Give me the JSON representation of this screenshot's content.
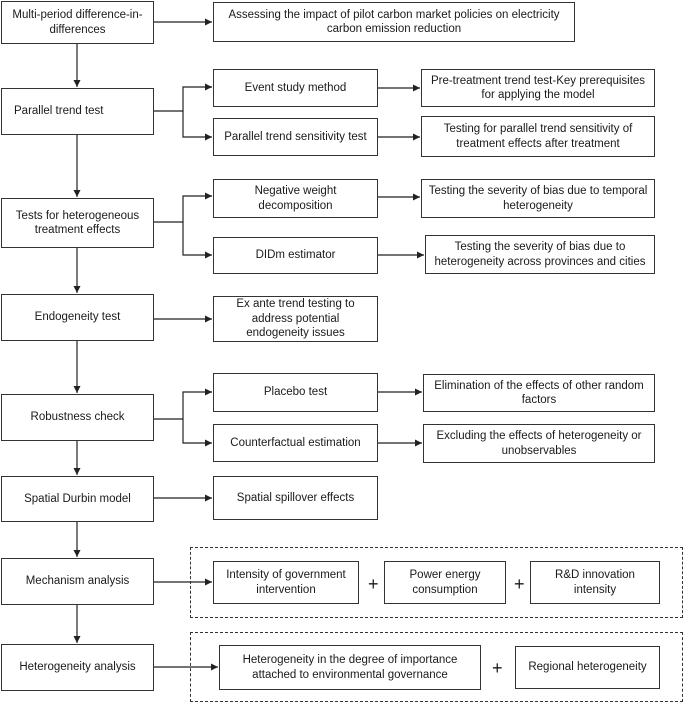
{
  "nodes": {
    "multi_period_did": "Multi-period difference-in-differences",
    "assess_impact": "Assessing the impact of pilot carbon market policies on electricity carbon emission reduction",
    "parallel_trend": "Parallel trend test",
    "event_study": "Event study method",
    "pretreatment": "Pre-treatment trend test-Key prerequisites for applying the model",
    "pt_sensitivity": "Parallel trend sensitivity test",
    "pt_sensitivity_desc": "Testing for parallel trend sensitivity of treatment effects after treatment",
    "hetero_effects": "Tests for heterogeneous treatment effects",
    "neg_weight": "Negative weight decomposition",
    "neg_weight_desc": "Testing the severity of bias due to temporal heterogeneity",
    "didm": "DIDm estimator",
    "didm_desc": "Testing the severity of bias due to heterogeneity across provinces and cities",
    "endogeneity": "Endogeneity test",
    "endogeneity_desc": "Ex ante trend testing to address potential endogeneity issues",
    "robustness": "Robustness check",
    "placebo": "Placebo test",
    "placebo_desc": "Elimination of the effects of other random factors",
    "counterfactual": "Counterfactual estimation",
    "counterfactual_desc": "Excluding the effects of heterogeneity or unobservables",
    "spatial_durbin": "Spatial Durbin model",
    "spillover": "Spatial spillover effects",
    "mechanism": "Mechanism analysis",
    "gov_intervention": "Intensity of government intervention",
    "power_energy": "Power energy consumption",
    "rd_innovation": "R&D innovation intensity",
    "heterogeneity": "Heterogeneity analysis",
    "env_governance": "Heterogeneity in the degree of importance attached to environmental governance",
    "regional": "Regional heterogeneity"
  },
  "symbols": {
    "plus": "+"
  }
}
